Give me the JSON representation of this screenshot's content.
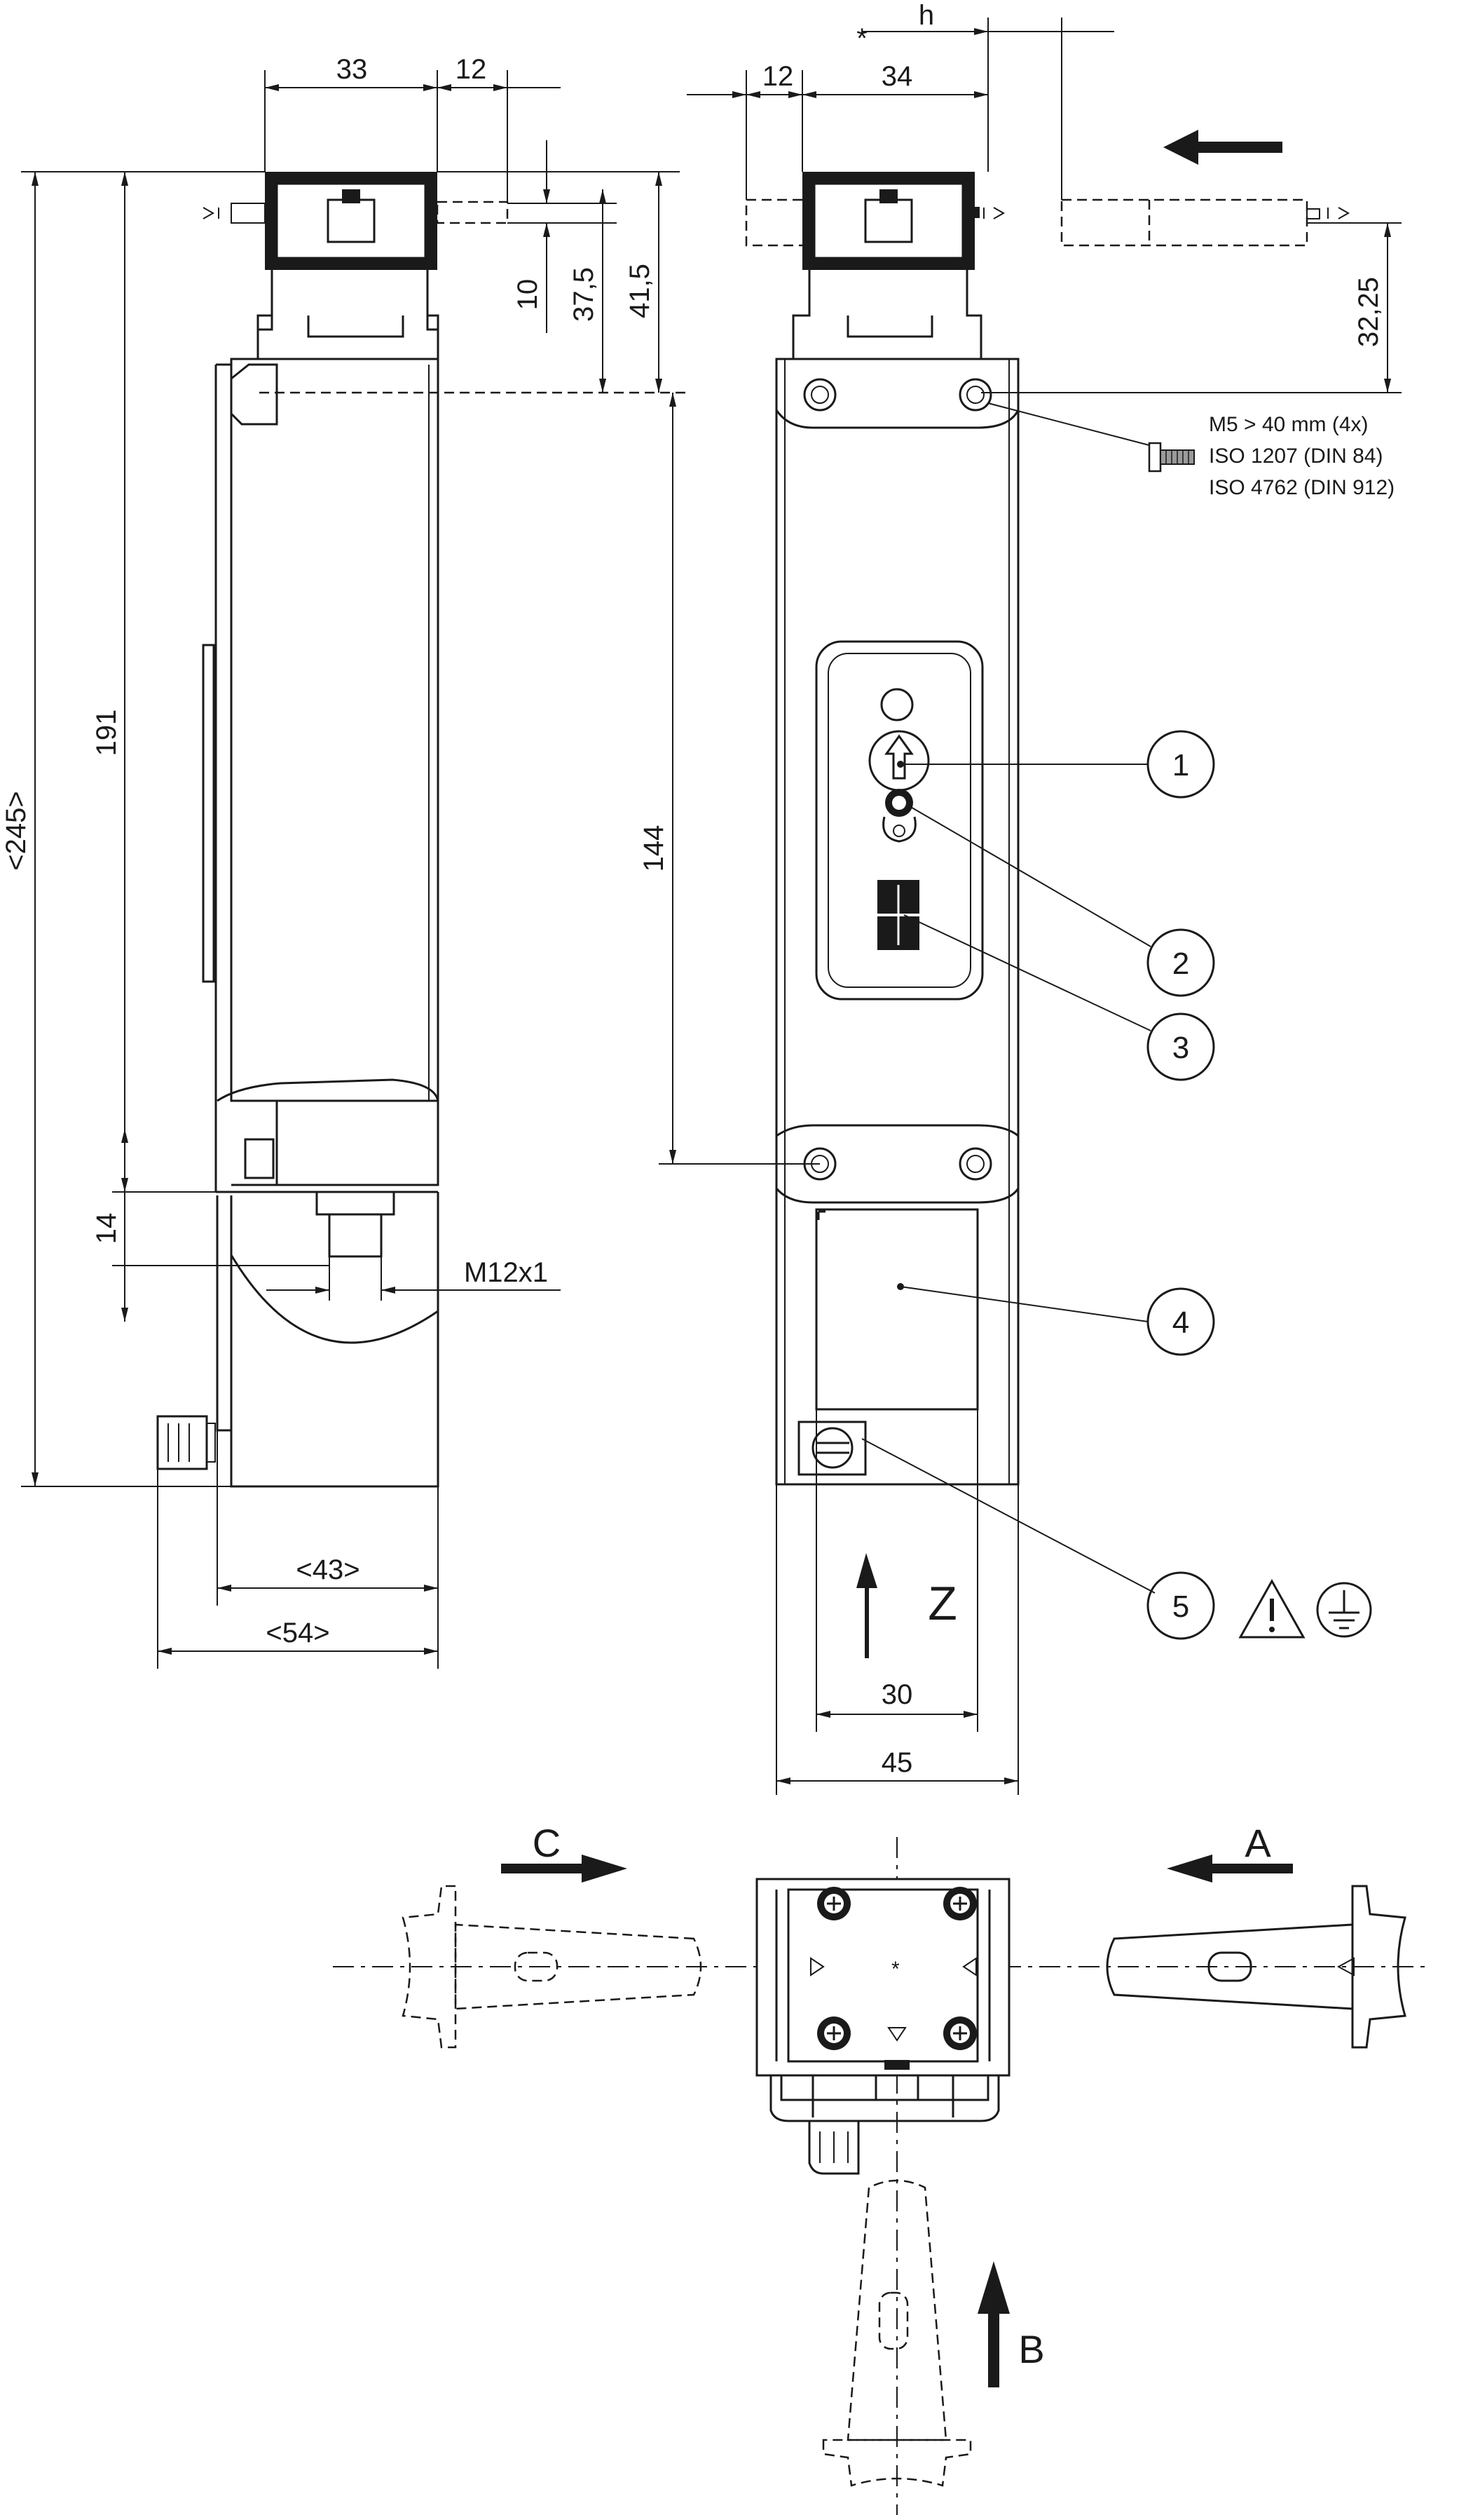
{
  "dimensions": {
    "top_left_width": "33",
    "top_left_offset": "12",
    "top_right_offset": "12",
    "top_right_width": "34",
    "travel_h": "h",
    "height_10": "10",
    "height_37_5": "37,5",
    "height_41_5": "41,5",
    "total_height": "<245>",
    "height_191": "191",
    "mount_spacing": "144",
    "connector_14": "14",
    "connector_thread": "M12x1",
    "depth_43": "<43>",
    "depth_54": "<54>",
    "width_30": "30",
    "width_45": "45",
    "actuator_offset": "32,25"
  },
  "screw_note": {
    "line1": "M5 > 40 mm (4x)",
    "line2": "ISO 1207 (DIN 84)",
    "line3": "ISO 4762 (DIN 912)"
  },
  "callouts": [
    "1",
    "2",
    "3",
    "4",
    "5"
  ],
  "direction_labels": {
    "z": "Z",
    "a": "A",
    "b": "B",
    "c": "C"
  },
  "symbols": [
    "warning-triangle-icon",
    "ground-earth-icon"
  ],
  "colors": {
    "line": "#1a1a1a",
    "background": "#ffffff"
  }
}
